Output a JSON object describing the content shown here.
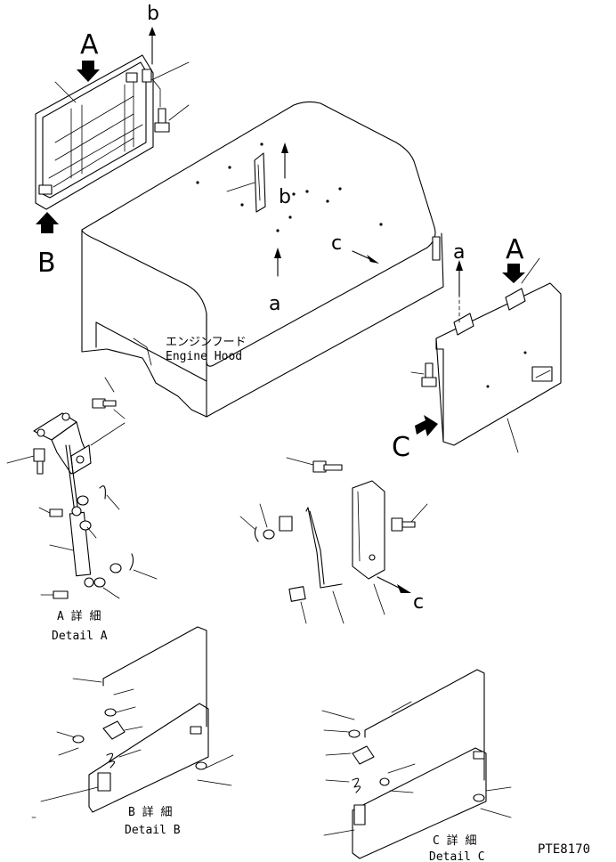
{
  "labels": {
    "view_a": "A",
    "view_b": "B",
    "view_c": "C",
    "ref_a": "a",
    "ref_b": "b",
    "ref_c": "c",
    "engine_hood_jp": "エンジンフード",
    "engine_hood_en": "Engine Hood",
    "detail_a_jp": "A 詳 細",
    "detail_a_en": "Detail A",
    "detail_b_jp": "B 詳 細",
    "detail_b_en": "Detail B",
    "detail_c_jp": "C 詳 細",
    "detail_c_en": "Detail C",
    "drawing_code": "PTE8170"
  }
}
